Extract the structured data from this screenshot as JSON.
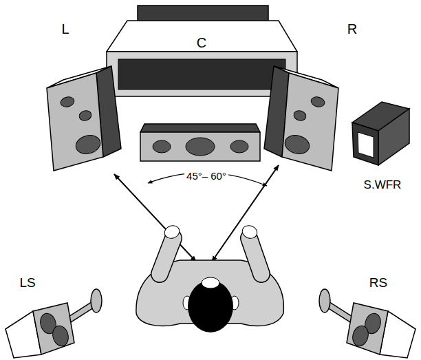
{
  "diagram": {
    "labels": [
      "L",
      "C",
      "R",
      "S.WFR",
      "45°– 60°",
      "LS",
      "RS"
    ]
  }
}
